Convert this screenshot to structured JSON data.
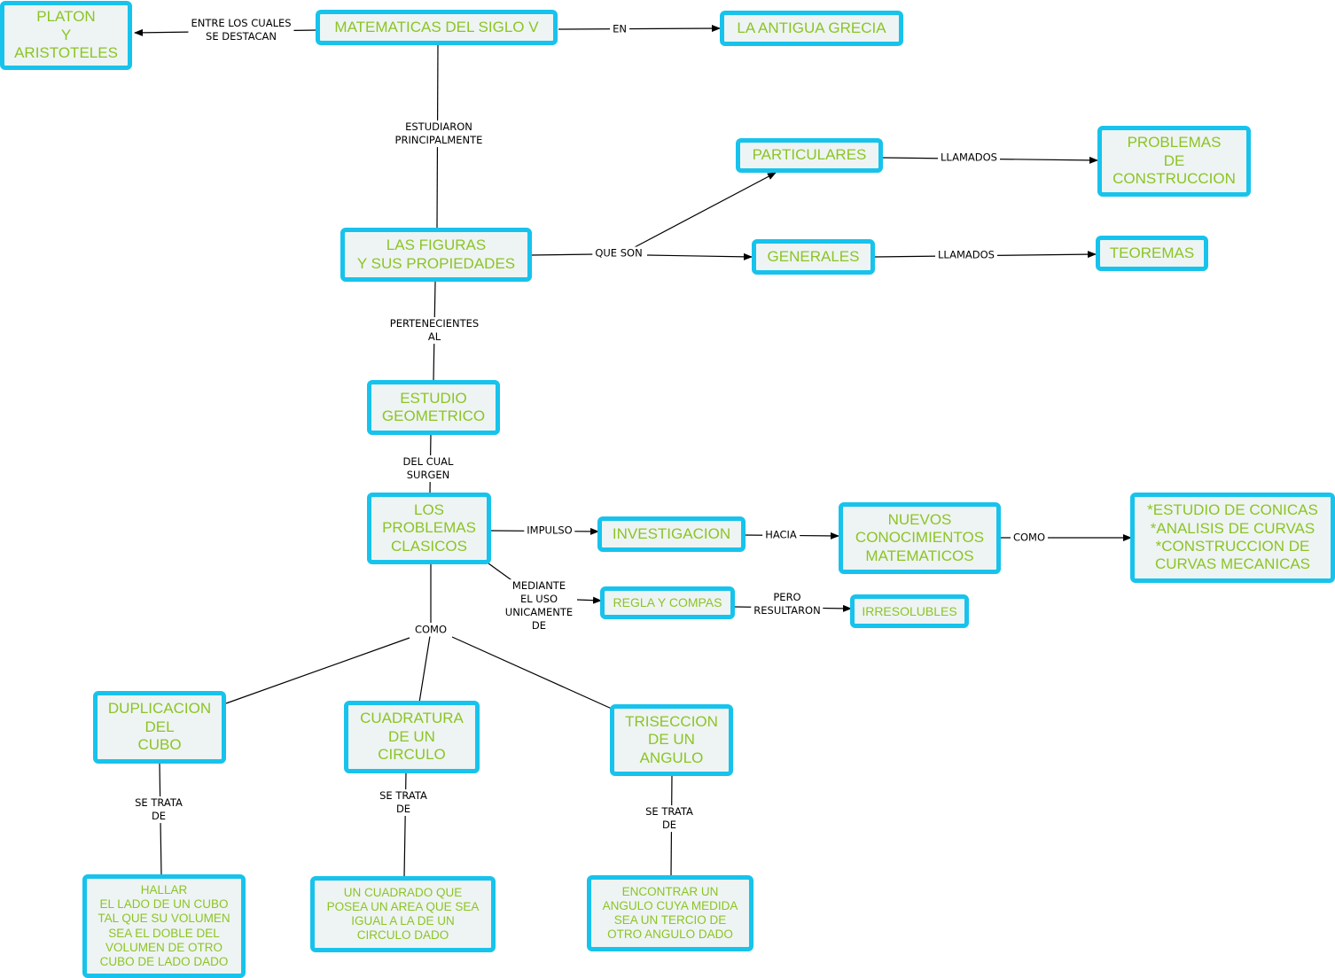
{
  "colors": {
    "border": "#17c3ec",
    "text": "#8cc424",
    "fill": "#eef4f3",
    "line": "#000000"
  },
  "nodes": {
    "platon": "PLATON\nY\nARISTOTELES",
    "matematicas": "MATEMATICAS DEL SIGLO V",
    "grecia": "LA ANTIGUA GRECIA",
    "particulares": "PARTICULARES",
    "construccion": "PROBLEMAS\nDE\nCONSTRUCCION",
    "figuras": "LAS FIGURAS\nY SUS PROPIEDADES",
    "generales": "GENERALES",
    "teoremas": "TEOREMAS",
    "estudio": "ESTUDIO\nGEOMETRICO",
    "clasicos": "LOS\nPROBLEMAS\nCLASICOS",
    "investigacion": "INVESTIGACION",
    "nuevos": "NUEVOS\nCONOCIMIENTOS\nMATEMATICOS",
    "conicas": "*ESTUDIO DE CONICAS\n*ANALISIS DE CURVAS\n*CONSTRUCCION DE\nCURVAS MECANICAS",
    "regla": "REGLA Y COMPAS",
    "irresolubles": "IRRESOLUBLES",
    "duplicacion": "DUPLICACION\nDEL\nCUBO",
    "cuadratura": "CUADRATURA\nDE UN\nCIRCULO",
    "triseccion": "TRISECCION\nDE UN\nANGULO",
    "hallar": "HALLAR\nEL LADO DE UN CUBO\nTAL QUE SU VOLUMEN\nSEA EL DOBLE DEL\nVOLUMEN DE OTRO\nCUBO DE LADO DADO",
    "cuadrado": "UN CUADRADO QUE\nPOSEA UN AREA QUE SEA\nIGUAL A LA DE UN\nCIRCULO DADO",
    "angulo": "ENCONTRAR UN\nANGULO CUYA MEDIDA\nSEA UN TERCIO DE\nOTRO ANGULO DADO"
  },
  "links": {
    "entre": "ENTRE LOS CUALES\nSE DESTACAN",
    "en": "EN",
    "estudiaron": "ESTUDIARON\nPRINCIPALMENTE",
    "que_son": "QUE SON",
    "llamados_1": "LLAMADOS",
    "llamados_2": "LLAMADOS",
    "pertenecientes": "PERTENECIENTES\nAL",
    "del_cual": "DEL CUAL\nSURGEN",
    "impulso": "IMPULSO",
    "hacia": "HACIA",
    "como_1": "COMO",
    "mediante": "MEDIANTE\nEL USO\nUNICAMENTE\nDE",
    "pero": "PERO\nRESULTARON",
    "como_2": "COMO",
    "se_trata_1": "SE TRATA\nDE",
    "se_trata_2": "SE TRATA\nDE",
    "se_trata_3": "SE TRATA\nDE"
  }
}
